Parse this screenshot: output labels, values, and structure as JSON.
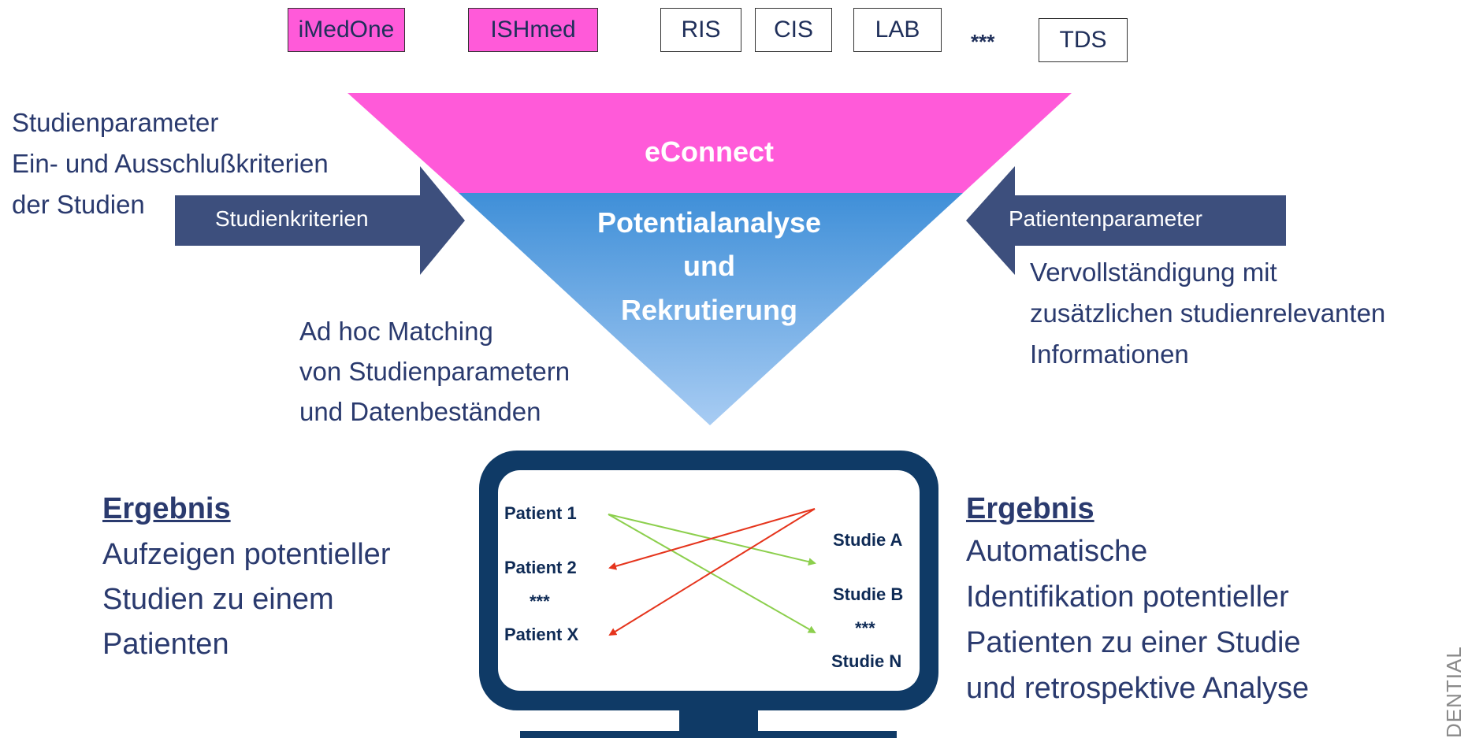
{
  "systems": [
    {
      "label": "iMedOne",
      "highlight": true
    },
    {
      "label": "ISHmed",
      "highlight": true
    },
    {
      "label": "RIS",
      "highlight": false
    },
    {
      "label": "CIS",
      "highlight": false
    },
    {
      "label": "LAB",
      "highlight": false
    },
    {
      "label": "TDS",
      "highlight": false
    }
  ],
  "systems_ellipsis": "***",
  "funnel": {
    "top_label": "eConnect",
    "bottom_lines": [
      "Potentialanalyse",
      "und",
      "Rekrutierung"
    ]
  },
  "left_notes": [
    "Studienparameter",
    "Ein- und Ausschlußkriterien",
    "der Studien"
  ],
  "left_arrow_label": "Studienkriterien",
  "right_arrow_label": "Patientenparameter",
  "right_notes": [
    "Vervollständigung mit",
    "zusätzlichen studienrelevanten",
    "Informationen"
  ],
  "matching_notes": [
    "Ad hoc Matching",
    "von Studienparametern",
    "und Datenbeständen"
  ],
  "result_left": {
    "heading": "Ergebnis",
    "lines": [
      "Aufzeigen potentieller",
      "Studien zu einem",
      "Patienten"
    ]
  },
  "result_right": {
    "heading": "Ergebnis",
    "lines": [
      "Automatische",
      "Identifikation potentieller",
      "Patienten zu einer Studie",
      "und retrospektive Analyse"
    ]
  },
  "monitor": {
    "patients": [
      "Patient 1",
      "Patient 2",
      "***",
      "Patient X"
    ],
    "studies": [
      "Studie A",
      "Studie B",
      "***",
      "Studie N"
    ]
  },
  "watermark": "DENTIAL",
  "colors": {
    "pink": "#ff5ad9",
    "navy": "#3d4f7d",
    "monitor": "#0f3a66",
    "green_arrow": "#8ccf4d",
    "red_arrow": "#e5341c"
  }
}
